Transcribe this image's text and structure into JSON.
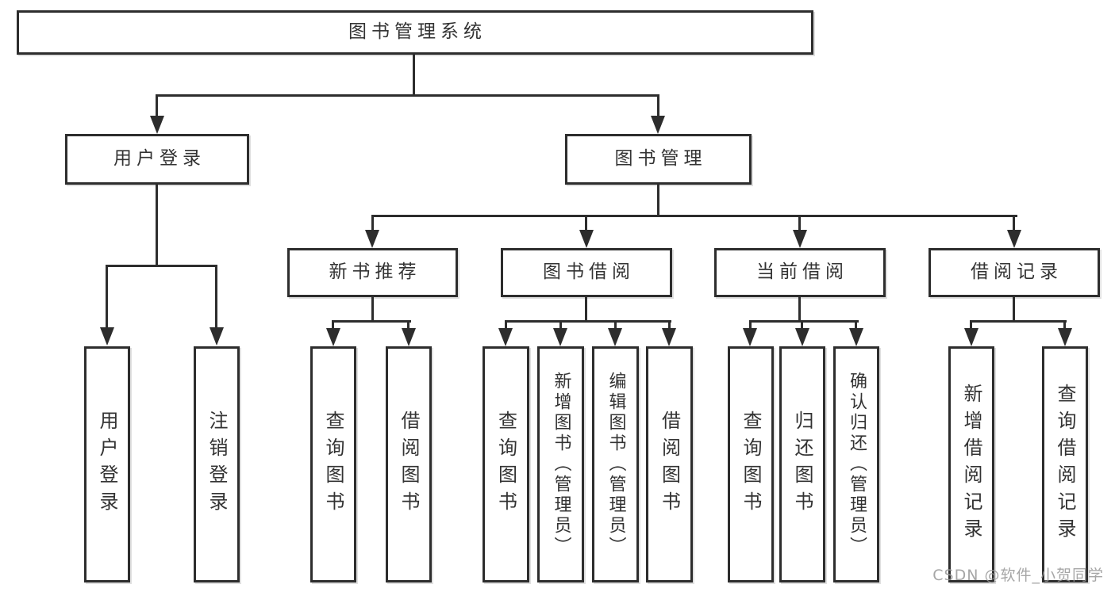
{
  "diagram_type": "hierarchy-tree",
  "tree": {
    "label": "图书管理系统",
    "children": [
      {
        "label": "用户登录",
        "children": [
          {
            "label": "用户登录"
          },
          {
            "label": "注销登录"
          }
        ]
      },
      {
        "label": "图书管理",
        "children": [
          {
            "label": "新书推荐",
            "children": [
              {
                "label": "查询图书"
              },
              {
                "label": "借阅图书"
              }
            ]
          },
          {
            "label": "图书借阅",
            "children": [
              {
                "label": "查询图书"
              },
              {
                "label": "新增图书（管理员）"
              },
              {
                "label": "编辑图书（管理员）"
              },
              {
                "label": "借阅图书"
              }
            ]
          },
          {
            "label": "当前借阅",
            "children": [
              {
                "label": "查询图书"
              },
              {
                "label": "归还图书"
              },
              {
                "label": "确认归还（管理员）"
              }
            ]
          },
          {
            "label": "借阅记录",
            "children": [
              {
                "label": "新增借阅记录"
              },
              {
                "label": "查询借阅记录"
              }
            ]
          }
        ]
      }
    ]
  },
  "watermark": {
    "text": "CSDN @软件_小贺同学"
  },
  "colors": {
    "line": "#2d2d2d",
    "text": "#333333",
    "box_background": "#ffffff",
    "page_background": "#ffffff",
    "watermark": "#969696"
  }
}
